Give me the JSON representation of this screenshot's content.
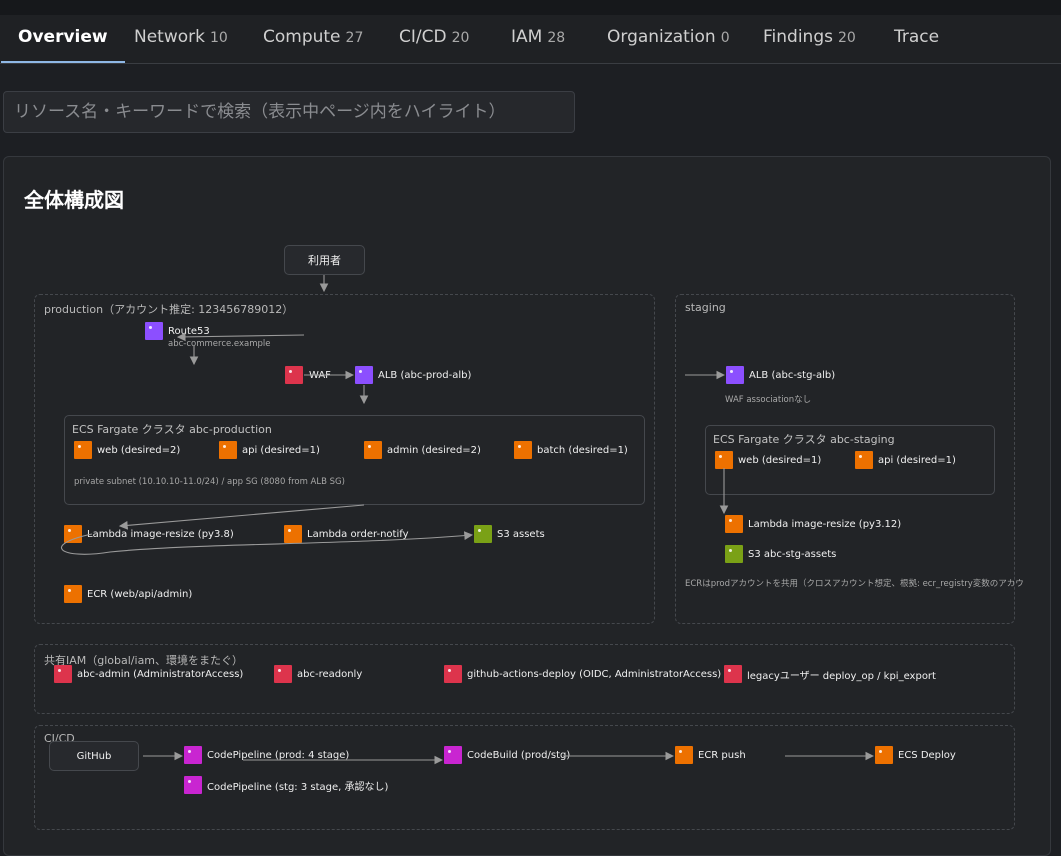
{
  "tabs": [
    {
      "label": "Overview",
      "count": ""
    },
    {
      "label": "Network",
      "count": "10"
    },
    {
      "label": "Compute",
      "count": "27"
    },
    {
      "label": "CI/CD",
      "count": "20"
    },
    {
      "label": "IAM",
      "count": "28"
    },
    {
      "label": "Organization",
      "count": "0"
    },
    {
      "label": "Findings",
      "count": "20"
    },
    {
      "label": "Trace",
      "count": ""
    }
  ],
  "search": {
    "placeholder": "リソース名・キーワードで検索（表示中ページ内をハイライト）",
    "value": ""
  },
  "panel": {
    "title": "全体構成図"
  },
  "user": "利用者",
  "production": {
    "label": "production（アカウント推定: 123456789012）",
    "route53": "Route53",
    "route53_domain": "abc-commerce.example",
    "waf": "WAF",
    "alb": "ALB (abc-prod-alb)",
    "cluster": {
      "label": "ECS Fargate クラスタ abc-production",
      "services": [
        "web (desired=2)",
        "api (desired=1)",
        "admin (desired=2)",
        "batch (desired=1)"
      ],
      "note": "private subnet (10.10.10-11.0/24) / app SG (8080 from ALB SG)"
    },
    "lambda_resize": "Lambda image-resize (py3.8)",
    "lambda_notify": "Lambda order-notify",
    "s3": "S3 assets",
    "ecr": "ECR (web/api/admin)"
  },
  "staging": {
    "label": "staging",
    "alb": "ALB (abc-stg-alb)",
    "alb_note": "WAF associationなし",
    "cluster": {
      "label": "ECS Fargate クラスタ abc-staging",
      "services": [
        "web (desired=1)",
        "api (desired=1)"
      ]
    },
    "lambda_resize": "Lambda image-resize (py3.12)",
    "s3": "S3 abc-stg-assets",
    "ecr_note": "ECRはprodアカウントを共用（クロスアカウント想定、根拠: ecr_registry変数のアカウントIDがprc"
  },
  "iam": {
    "label": "共有IAM（global/iam、環境をまたぐ）",
    "items": [
      "abc-admin (AdministratorAccess)",
      "abc-readonly",
      "github-actions-deploy (OIDC, AdministratorAccess)",
      "legacyユーザー deploy_op / kpi_export"
    ]
  },
  "cicd": {
    "label": "CI/CD",
    "github": "GitHub",
    "pipeline_prod": "CodePipeline (prod: 4 stage)",
    "pipeline_stg": "CodePipeline (stg: 3 stage, 承認なし)",
    "codebuild": "CodeBuild (prod/stg)",
    "ecr_push": "ECR push",
    "ecs_deploy": "ECS Deploy"
  },
  "colors": {
    "network": "#8c4fff",
    "security": "#dd344c",
    "compute": "#ed7100",
    "storage": "#7aa116",
    "devtools": "#c925d1",
    "arrow": "#9a9a9a"
  },
  "icons": {
    "network": "purple-square-icon",
    "security": "red-square-icon",
    "compute": "orange-square-icon",
    "storage": "green-square-icon",
    "devtools": "magenta-square-icon"
  }
}
